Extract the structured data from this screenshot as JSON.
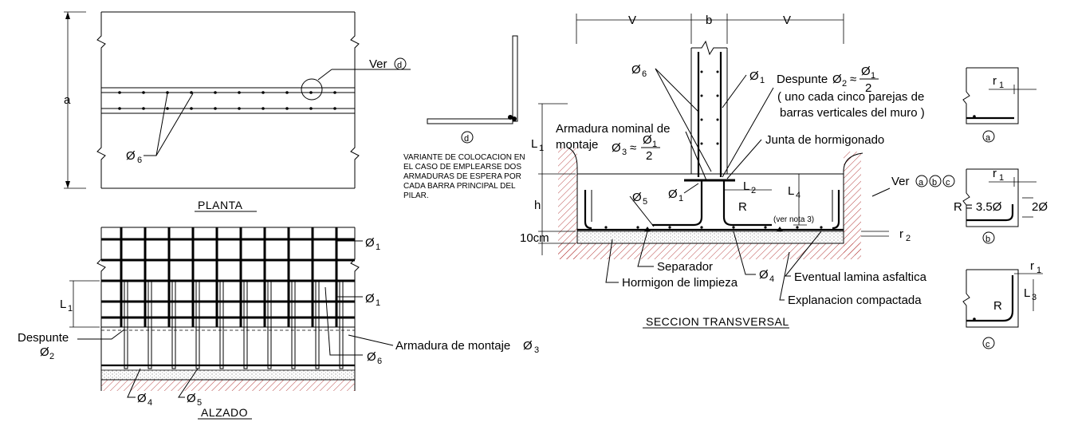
{
  "plan": {
    "title": "PLANTA",
    "dim_a": "a",
    "ver_d": "Ver",
    "ver_d_letter": "d",
    "phi6": "Ø",
    "phi6_sub": "6"
  },
  "elevation": {
    "title": "ALZADO",
    "phi1_top": "Ø",
    "phi1_top_sub": "1",
    "phi1_mid": "Ø",
    "phi1_mid_sub": "1",
    "L1": "L",
    "L1_sub": "1",
    "despunte": "Despunte",
    "phi2": "Ø",
    "phi2_sub": "2",
    "armadura_montaje": "Armadura de montaje",
    "phi3": "Ø",
    "phi3_sub": "3",
    "phi6": "Ø",
    "phi6_sub": "6",
    "phi4": "Ø",
    "phi4_sub": "4",
    "phi5": "Ø",
    "phi5_sub": "5"
  },
  "detail_d": {
    "letter": "d",
    "note": [
      "VARIANTE DE COLOCACION EN",
      "EL CASO DE EMPLEARSE DOS",
      "ARMADURAS DE ESPERA POR",
      "CADA BARRA PRINCIPAL DEL",
      "PILAR."
    ]
  },
  "section": {
    "title": "SECCION TRANSVERSAL",
    "dim_v_left": "V",
    "dim_b": "b",
    "dim_v_right": "V",
    "phi6": "Ø",
    "phi6_sub": "6",
    "phi1_top": "Ø",
    "phi1_top_sub": "1",
    "despunte": "Despunte",
    "despunte_phi": "Ø",
    "despunte_phi_sub": "2",
    "despunte_approx": "≈",
    "frac_num": "Ø",
    "frac_num_sub": "1",
    "frac_den": "2",
    "note_uno": "( uno cada cinco parejas de",
    "note_barras": "barras verticales del muro )",
    "armadura_nominal": "Armadura nominal de",
    "montaje": "montaje",
    "phi3": "Ø",
    "phi3_sub": "3",
    "phi3_approx": "≈",
    "frac2_num": "Ø",
    "frac2_num_sub": "1",
    "frac2_den": "2",
    "junta": "Junta de hormigonado",
    "L1": "L",
    "L1_sub": "1",
    "phi5": "Ø",
    "phi5_sub": "5",
    "phi1_low": "Ø",
    "phi1_low_sub": "1",
    "L2": "L",
    "L2_sub": "2",
    "L4": "L",
    "L4_sub": "4",
    "R": "R",
    "ver_nota": "(ver nota 3)",
    "h": "h",
    "cm10": "10cm",
    "ver_abc": "Ver",
    "circ_a": "a",
    "circ_b": "b",
    "circ_c": "c",
    "r2": "r",
    "r2_sub": "2",
    "separador": "Separador",
    "hormigon": "Hormigon de limpieza",
    "phi4": "Ø",
    "phi4_sub": "4",
    "lamina": "Eventual lamina asfaltica",
    "explanacion": "Explanacion compactada"
  },
  "details": {
    "a_r1": "r",
    "a_r1_sub": "1",
    "a_letter": "a",
    "b_r1": "r",
    "b_r1_sub": "1",
    "b_R": "R = 3.5Ø",
    "b_2phi": "2Ø",
    "b_letter": "b",
    "c_r1": "r",
    "c_r1_sub": "1",
    "c_R": "R",
    "c_L3": "L",
    "c_L3_sub": "3",
    "c_letter": "c"
  }
}
